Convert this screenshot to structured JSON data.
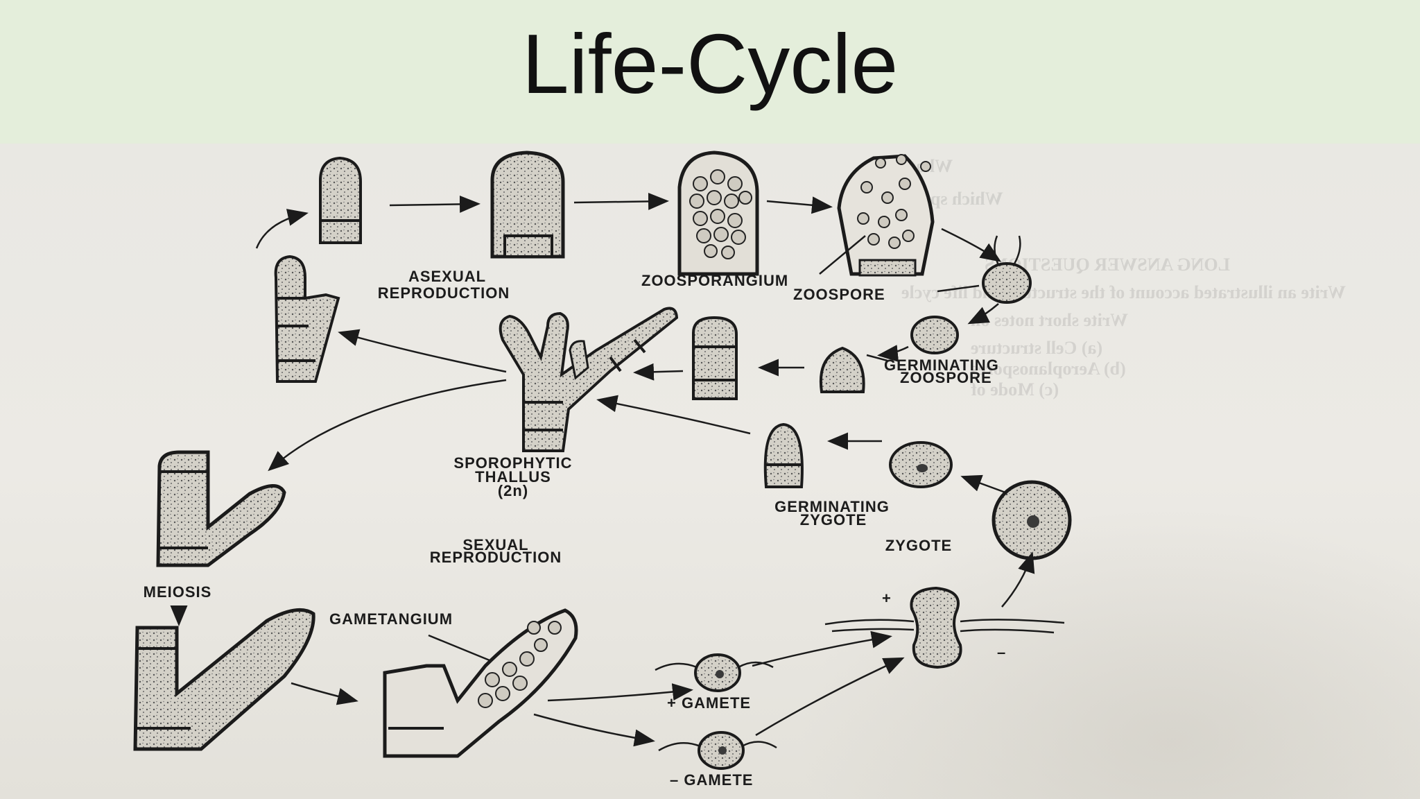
{
  "slide": {
    "title": "Life-Cycle"
  },
  "diagram": {
    "labels": {
      "asexual_reproduction": [
        "ASEXUAL",
        "REPRODUCTION"
      ],
      "zoosporangium": "ZOOSPORANGIUM",
      "zoospore": "ZOOSPORE",
      "germinating_zoospore": [
        "GERMINATING",
        "ZOOSPORE"
      ],
      "sporophytic_thallus": [
        "SPOROPHYTIC",
        "THALLUS",
        "(2n)"
      ],
      "germinating_zygote": [
        "GERMINATING",
        "ZYGOTE"
      ],
      "zygote": "ZYGOTE",
      "sexual_reproduction": [
        "SEXUAL",
        "REPRODUCTION"
      ],
      "meiosis": "MEIOSIS",
      "gametangium": "GAMETANGIUM",
      "plus_gamete": "+ GAMETE",
      "minus_gamete": "– GAMETE",
      "plus_sign": "+",
      "minus_sign": "–"
    },
    "bleed_through": [
      "Write an illustrated account of the structure and life cycle",
      "Write short notes on",
      "(a) Cell structure",
      "(b) Aeroplanospores",
      "(c) Mode of",
      "LONG ANSWER QUESTIONS",
      "What are",
      "Which species"
    ]
  }
}
